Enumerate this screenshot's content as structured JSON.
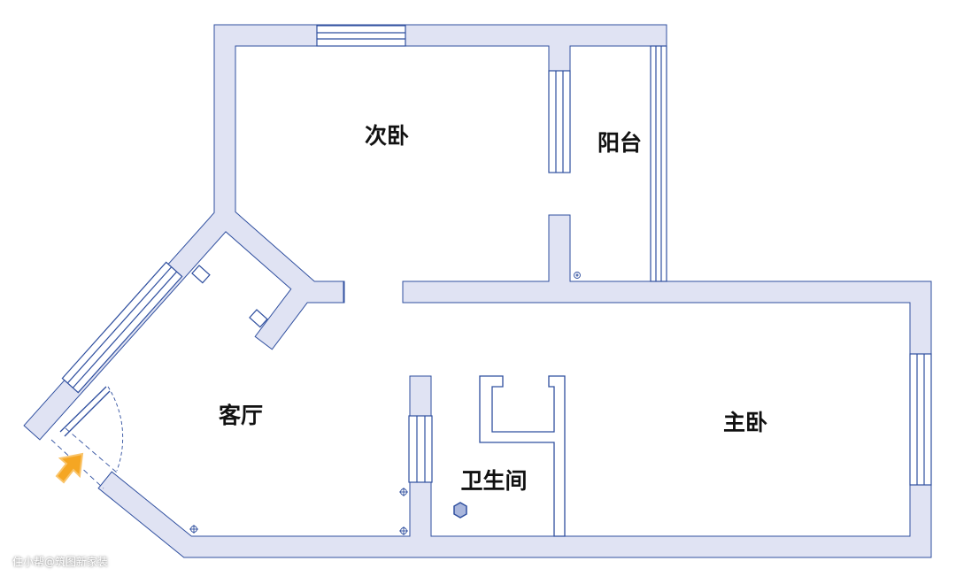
{
  "rooms": {
    "second_bedroom": "次卧",
    "balcony": "阳台",
    "living_room": "客厅",
    "master_bedroom": "主卧",
    "bathroom": "卫生间"
  },
  "watermark": "住小帮@筑图新家装",
  "colors": {
    "wall_fill": "#e0e3f3",
    "wall_stroke": "#2f4f9f",
    "entry_arrow": "#f5a623"
  }
}
